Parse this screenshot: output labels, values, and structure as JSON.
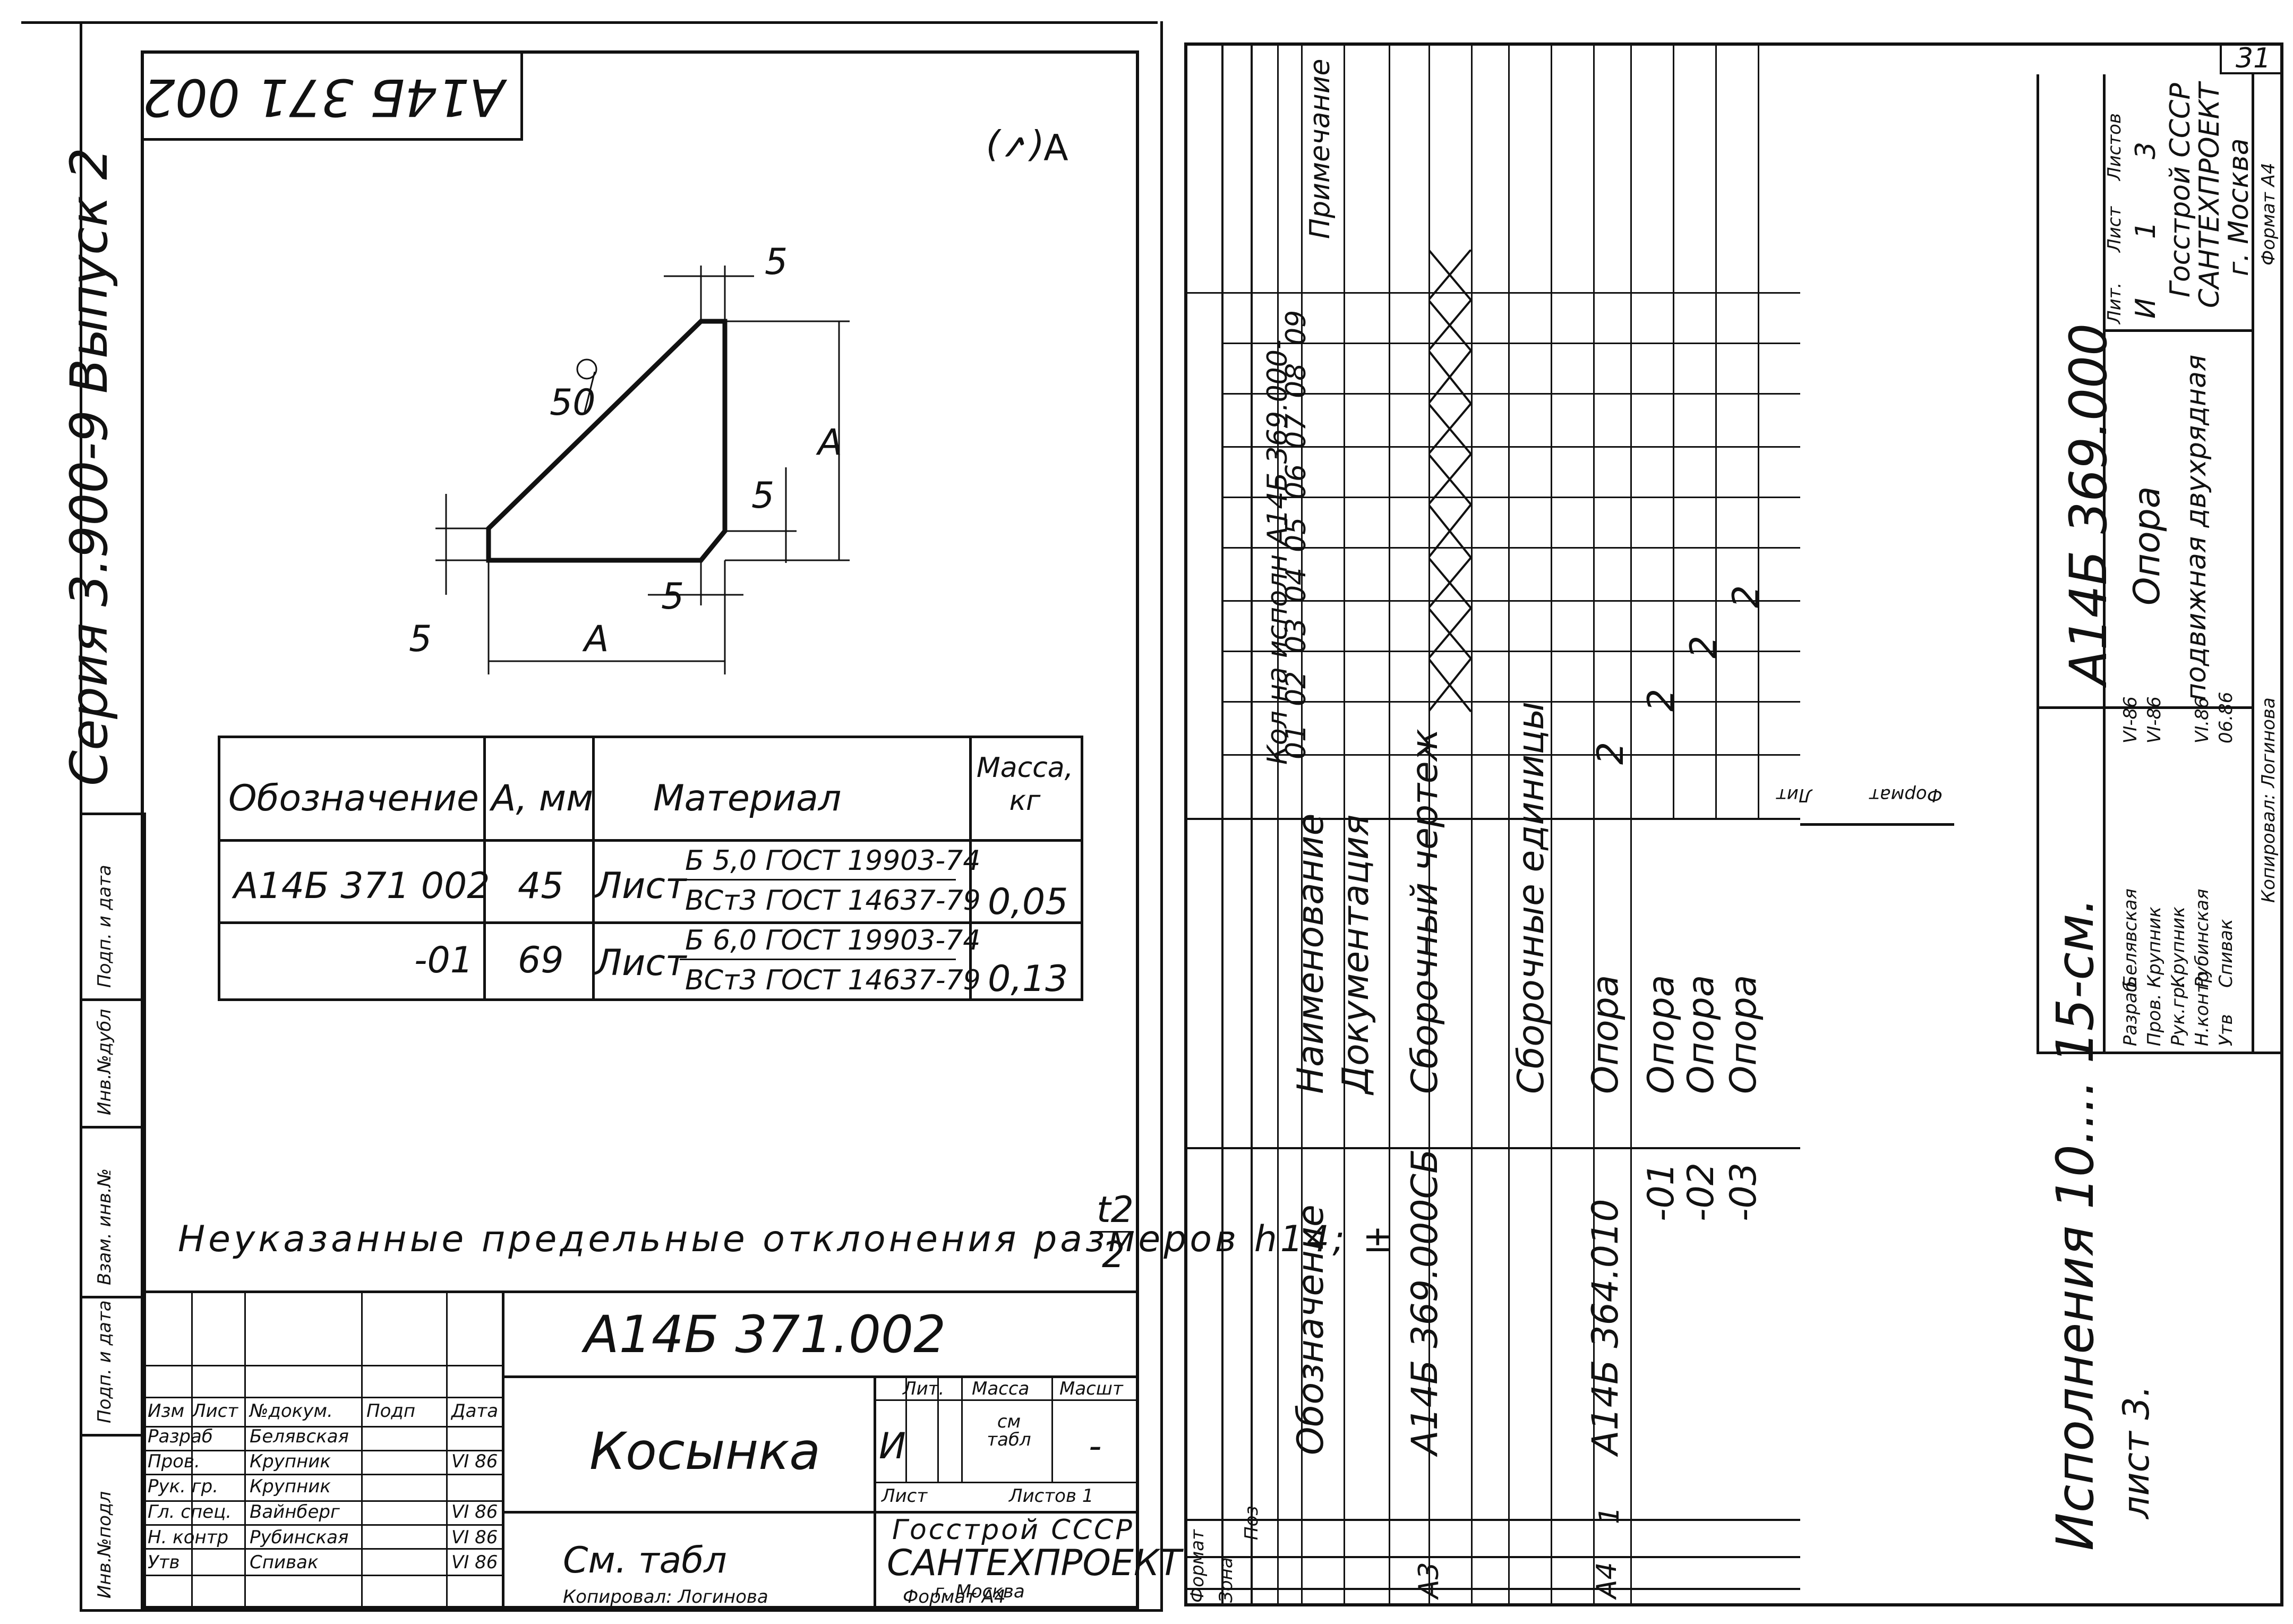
{
  "left_sheet": {
    "rotated_code": "А14Б 371 002",
    "roughness_symbol": "∀(✓)",
    "series_label": "Серия 3.900-9   Выпуск 2",
    "dimensions": {
      "top_chamfer": "5",
      "bevel": "50",
      "side_chamfer": "5",
      "bottom_chamfer": "5",
      "left_height": "5",
      "width_label": "А",
      "height_label": "А"
    },
    "table": {
      "headers": {
        "designation": "Обозначение",
        "a_mm": "А, мм",
        "material": "Материал",
        "mass": "Масса, кг"
      },
      "rows": [
        {
          "designation": "А14Б 371 002",
          "a_mm": "45",
          "material_prefix": "Лист",
          "material_top": "Б 5,0 ГОСТ 19903-74",
          "material_bottom": "ВСт3  ГОСТ 14637-79",
          "mass": "0,05"
        },
        {
          "designation": "-01",
          "a_mm": "69",
          "material_prefix": "Лист",
          "material_top": "Б 6,0 ГОСТ 19903-74",
          "material_bottom": "ВСт3  ГОСТ 14637-79",
          "mass": "0,13"
        }
      ]
    },
    "note": "Неуказанные предельные отклонения размеров h14; ±",
    "note_fraction": {
      "num": "t2",
      "den": "2"
    },
    "side_strip": [
      "Инв.№подл",
      "Подп. и дата",
      "Взам. инв.№",
      "Инв.№дубл",
      "Подп. и дата"
    ],
    "title_block": {
      "code": "А14Б 371.002",
      "name": "Косынка",
      "see": "См. табл",
      "header_cols": [
        "Изм",
        "Лист",
        "№докум.",
        "Подп",
        "Дата"
      ],
      "people": [
        {
          "role": "Разраб",
          "name": "Белявская",
          "date": ""
        },
        {
          "role": "Пров.",
          "name": "Крупник",
          "date": "VI 86"
        },
        {
          "role": "Рук. гр.",
          "name": "Крупник",
          "date": ""
        },
        {
          "role": "Гл. спец.",
          "name": "Вайнберг",
          "date": "VI 86"
        },
        {
          "role": "Н. контр",
          "name": "Рубинская",
          "date": "VI 86"
        },
        {
          "role": "Утв",
          "name": "Спивак",
          "date": "VI 86"
        }
      ],
      "lit_label": "Лит.",
      "mass_label": "Масса",
      "scale_label": "Масшт",
      "lit_value": "И",
      "mass_value": "см табл",
      "scale_value": "-",
      "sheet_label": "Лист",
      "sheets_label": "Листов 1",
      "org1": "Госстрой СССР",
      "org2": "САНТЕХПРОЕКТ",
      "org3": "г. Москва",
      "copied": "Копировал: Логинова",
      "format": "Формат А4"
    }
  },
  "right_sheet": {
    "page_number": "31",
    "headers": {
      "format": "Формат",
      "zone": "Зона",
      "pos": "Поз",
      "designation": "Обозначение",
      "name": "Наименование",
      "qty": "Кол на исполн А14Б 369.000-",
      "note": "Примечание"
    },
    "exec_cols": [
      "01",
      "02",
      "03",
      "04",
      "05",
      "06",
      "07",
      "08",
      "09"
    ],
    "rows": [
      {
        "format": "",
        "pos": "",
        "designation": "",
        "name": "Документация",
        "qty": []
      },
      {
        "format": "А3",
        "pos": "",
        "designation": "А14Б 369.000СБ",
        "name": "Сборочный чертеж",
        "qty": [
          "×",
          "×",
          "×",
          "×",
          "×",
          "×",
          "×",
          "×",
          "×"
        ]
      },
      {
        "format": "",
        "pos": "",
        "designation": "",
        "name": "Сборочные единицы",
        "qty": []
      },
      {
        "format": "А4",
        "pos": "1",
        "designation": "А14Б 364.010",
        "name": "Опора",
        "qty": [
          "2",
          "",
          "",
          "",
          "",
          "",
          "",
          "",
          ""
        ]
      },
      {
        "format": "",
        "pos": "",
        "designation": "-01",
        "name": "Опора",
        "qty": [
          "",
          "2",
          "",
          "",
          "",
          "",
          "",
          "",
          ""
        ]
      },
      {
        "format": "",
        "pos": "",
        "designation": "-02",
        "name": "Опора",
        "qty": [
          "",
          "",
          "2",
          "",
          "",
          "",
          "",
          "",
          ""
        ]
      },
      {
        "format": "",
        "pos": "",
        "designation": "-03",
        "name": "Опора",
        "qty": [
          "",
          "",
          "",
          "2",
          "",
          "",
          "",
          "",
          ""
        ]
      }
    ],
    "stamp_lit": "Лит",
    "stamp_format": "Формат",
    "note_exec": "Исполнения 10.... 15-см.",
    "note_sheet": "лист 3.",
    "title_block": {
      "code": "А14Б 369.000",
      "name1": "Опора",
      "name2": "подвижная двухрядная",
      "lit": "И",
      "sheet": "1",
      "sheets": "3",
      "lit_label": "Лит.",
      "sheet_label": "Лист",
      "sheets_label": "Листов",
      "org1": "Госстрой СССР",
      "org2": "САНТЕХПРОЕКТ",
      "org3": "г. Москва",
      "copied": "Копировал: Логинова",
      "format": "Формат А4",
      "people": [
        {
          "role": "Разраб.",
          "name": "Белявская",
          "date": "VI-86"
        },
        {
          "role": "Пров.",
          "name": "Крупник",
          "date": "VI-86"
        },
        {
          "role": "Рук.гр.",
          "name": "Крупник",
          "date": ""
        },
        {
          "role": "Н.контр",
          "name": "Рубинская",
          "date": "VI.86"
        },
        {
          "role": "Утв",
          "name": "Спивак",
          "date": "06.86"
        }
      ]
    }
  }
}
